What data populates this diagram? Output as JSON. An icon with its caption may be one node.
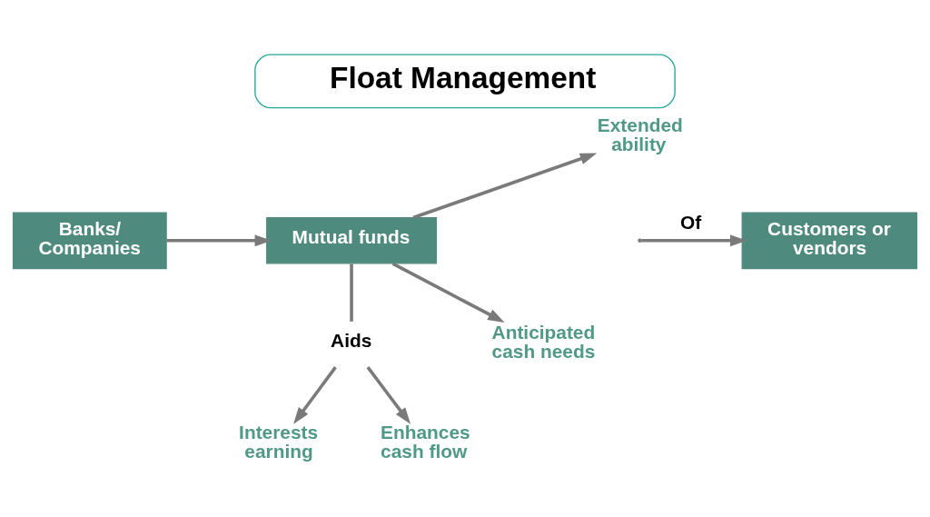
{
  "diagram": {
    "title": "Float Management",
    "nodes": [
      {
        "text": [
          "Banks/ Companies"
        ]
      },
      {
        "text": [
          "Mutual funds"
        ]
      },
      {
        "text": [
          "Extended ability"
        ]
      },
      {
        "text": [
          "Anticipated cash needs"
        ]
      },
      {
        "text": [
          "Customers or vendors"
        ]
      },
      {
        "text": [
          "Aids"
        ]
      },
      {
        "text": [
          "Interests earning"
        ]
      },
      {
        "text": [
          "Enhances cash flow"
        ]
      }
    ],
    "edges": [
      {
        "from": 0,
        "to": 1,
        "arrow": "to"
      },
      {
        "from": 1,
        "to": 2,
        "arrow": "to"
      },
      {
        "from": 1,
        "to": 3,
        "arrow": "to"
      },
      {
        "from": null,
        "to": 4,
        "arrow": "to",
        "label": "Of"
      },
      {
        "from": 1,
        "to": 5,
        "arrow": "none"
      },
      {
        "from": 5,
        "to": 6,
        "arrow": "to"
      },
      {
        "from": 5,
        "to": 7,
        "arrow": "to"
      }
    ]
  }
}
